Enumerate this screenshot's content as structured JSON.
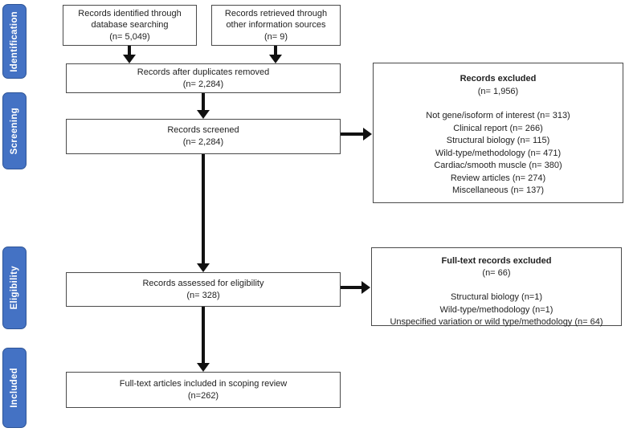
{
  "stages": [
    {
      "label": "Identification"
    },
    {
      "label": "Screening"
    },
    {
      "label": "Eligibility"
    },
    {
      "label": "Included"
    }
  ],
  "boxes": {
    "identified": {
      "text": "Records identified through\ndatabase searching\n(n= 5,049)"
    },
    "retrieved": {
      "text": "Records retrieved through\nother information sources\n(n= 9)"
    },
    "duplicates_removed": {
      "text": "Records after duplicates removed\n(n= 2,284)"
    },
    "screened": {
      "text": "Records screened\n(n= 2,284)"
    },
    "assessed": {
      "text": "Records assessed for eligibility\n(n= 328)"
    },
    "included": {
      "text": "Full-text articles included in scoping review\n(n=262)"
    },
    "records_excluded": {
      "title": "Records excluded",
      "count": "(n= 1,956)",
      "items": [
        "Not gene/isoform of interest (n= 313)",
        "Clinical report (n= 266)",
        "Structural biology (n= 115)",
        "Wild-type/methodology (n= 471)",
        "Cardiac/smooth muscle (n= 380)",
        "Review articles (n= 274)",
        "Miscellaneous (n= 137)"
      ]
    },
    "fulltext_excluded": {
      "title": "Full-text records excluded",
      "count": "(n= 66)",
      "items": [
        "Structural biology (n=1)",
        "Wild-type/methodology (n=1)",
        "Unspecified variation or wild type/methodology (n= 64)"
      ]
    }
  },
  "colors": {
    "stage_fill": "#4472c4",
    "stage_border": "#2f5597",
    "box_border": "#4a4a4a",
    "arrow": "#111111"
  }
}
